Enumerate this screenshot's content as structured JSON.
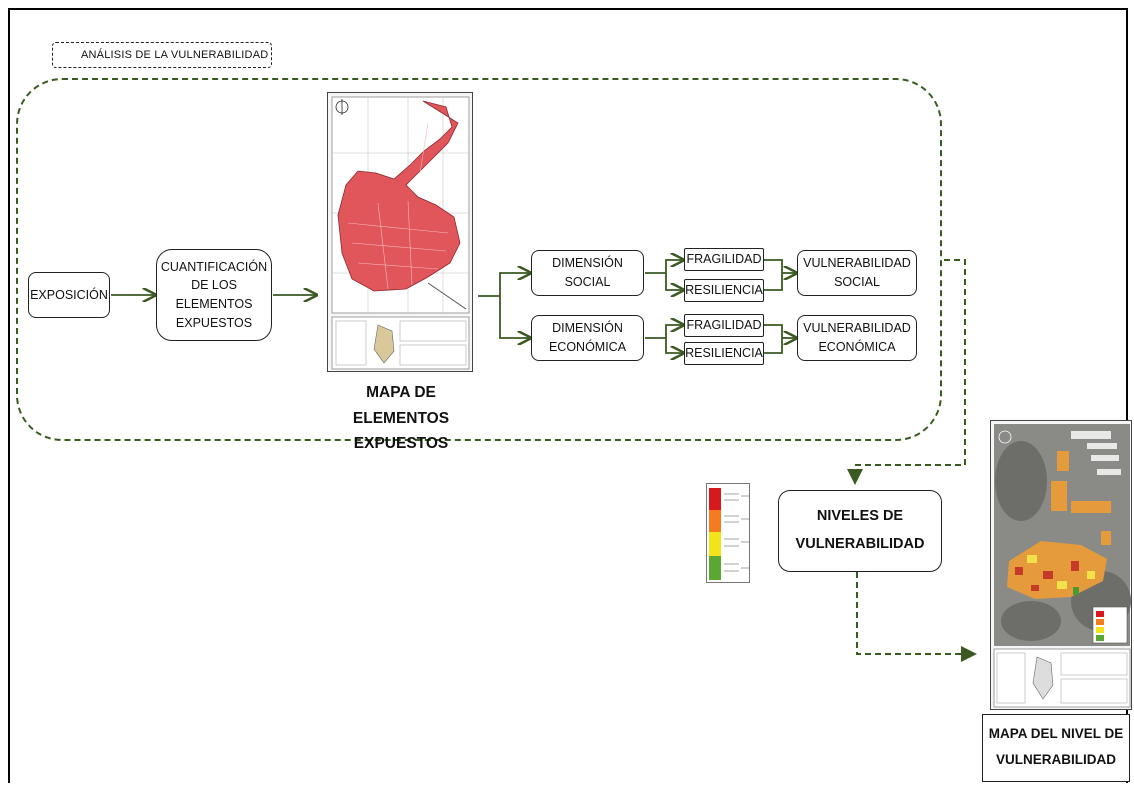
{
  "section_label": "ANÁLISIS DE LA VULNERABILIDAD",
  "nodes": {
    "exposicion": "EXPOSICIÓN",
    "cuantificacion": "CUANTIFICACIÓN\nDE LOS\nELEMENTOS\nEXPUESTOS",
    "dim_social": "DIMENSIÓN\nSOCIAL",
    "dim_economica": "DIMENSIÓN\nECONÓMICA",
    "fragilidad_social": "FRAGILIDAD",
    "resiliencia_social": "RESILIENCIA",
    "fragilidad_economica": "FRAGILIDAD",
    "resiliencia_economica": "RESILIENCIA",
    "vuln_social": "VULNERABILIDAD\nSOCIAL",
    "vuln_economica": "VULNERABILIDAD\nECONÓMICA",
    "niveles": "NIVELES DE\nVULNERABILIDAD"
  },
  "captions": {
    "mapa_elementos": "MAPA DE ELEMENTOS\nEXPUESTOS",
    "mapa_nivel": "MAPA DEL NIVEL DE\nVULNERABILIDAD"
  },
  "colors": {
    "connector": "#3a5a22",
    "map_fill": "#e0565b",
    "legend_levels": [
      "#d7191c",
      "#f47b20",
      "#f4e31b",
      "#5aa832"
    ]
  }
}
